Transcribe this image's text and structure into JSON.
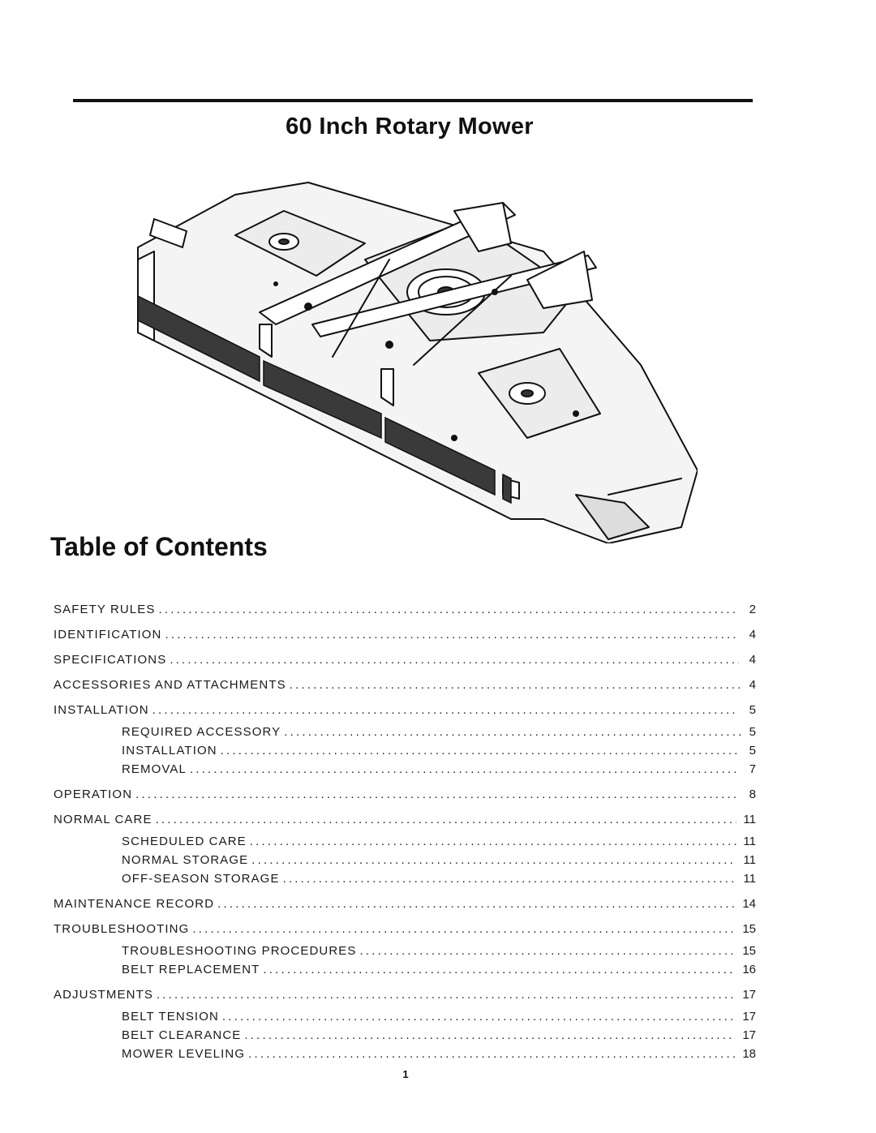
{
  "header": {
    "title": "60 Inch Rotary Mower"
  },
  "toc": {
    "heading": "Table of Contents",
    "entries": [
      {
        "label": "SAFETY RULES",
        "page": "2",
        "level": 0
      },
      {
        "label": "IDENTIFICATION",
        "page": "4",
        "level": 0
      },
      {
        "label": "SPECIFICATIONS",
        "page": "4",
        "level": 0
      },
      {
        "label": "ACCESSORIES AND ATTACHMENTS",
        "page": "4",
        "level": 0
      },
      {
        "label": "INSTALLATION",
        "page": "5",
        "level": 0
      },
      {
        "label": "REQUIRED ACCESSORY",
        "page": "5",
        "level": 1
      },
      {
        "label": "INSTALLATION",
        "page": "5",
        "level": 1
      },
      {
        "label": "REMOVAL",
        "page": "7",
        "level": 1
      },
      {
        "label": "OPERATION",
        "page": "8",
        "level": 0
      },
      {
        "label": "NORMAL CARE",
        "page": "11",
        "level": 0
      },
      {
        "label": "SCHEDULED CARE",
        "page": "11",
        "level": 1
      },
      {
        "label": "NORMAL STORAGE",
        "page": "11",
        "level": 1
      },
      {
        "label": "OFF-SEASON STORAGE",
        "page": "11",
        "level": 1
      },
      {
        "label": "MAINTENANCE RECORD",
        "page": "14",
        "level": 0
      },
      {
        "label": "TROUBLESHOOTING",
        "page": "15",
        "level": 0
      },
      {
        "label": "TROUBLESHOOTING PROCEDURES",
        "page": "15",
        "level": 1
      },
      {
        "label": "BELT REPLACEMENT",
        "page": "16",
        "level": 1
      },
      {
        "label": "ADJUSTMENTS",
        "page": "17",
        "level": 0
      },
      {
        "label": "BELT TENSION",
        "page": "17",
        "level": 1
      },
      {
        "label": "BELT CLEARANCE",
        "page": "17",
        "level": 1
      },
      {
        "label": "MOWER LEVELING",
        "page": "18",
        "level": 1
      }
    ]
  },
  "footer": {
    "page_number": "1"
  }
}
